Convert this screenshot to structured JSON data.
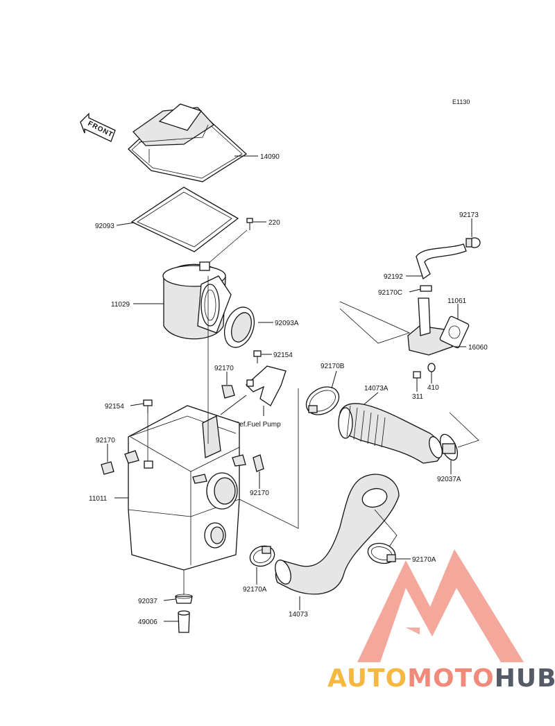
{
  "diagram_code": "E1130",
  "front_arrow": "FRONT",
  "ref_note": "Ref.Fuel Pump",
  "watermark": {
    "part1": "AUTO",
    "part2": "MOTO",
    "part3": "HUB"
  },
  "colors": {
    "line": "#111111",
    "logo_red": "#f08a7a",
    "logo_yellow": "#f5b942",
    "logo_gray": "#555b66"
  },
  "labels": {
    "l14090": "14090",
    "l92093": "92093",
    "l220": "220",
    "l92173": "92173",
    "l92192": "92192",
    "l92170C": "92170C",
    "l11061": "11061",
    "l11029": "11029",
    "l92093A": "92093A",
    "l16060": "16060",
    "l92154a": "92154",
    "l92170a": "92170",
    "l92170B": "92170B",
    "l14073A": "14073A",
    "l311": "311",
    "l410": "410",
    "l92154b": "92154",
    "l92170b": "92170",
    "l92037A": "92037A",
    "l11011": "11011",
    "l92170c": "92170",
    "l92170Aa": "92170A",
    "l92170Ab": "92170A",
    "l92037": "92037",
    "l14073": "14073",
    "l49006": "49006"
  }
}
